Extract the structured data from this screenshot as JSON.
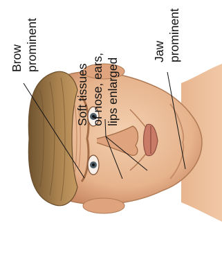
{
  "diagram": {
    "labels": [
      {
        "id": "brow",
        "lines": [
          "Brow",
          "prominent"
        ]
      },
      {
        "id": "soft",
        "lines": [
          "Soft tissues",
          "of nose, ears,",
          "lips enlarged"
        ]
      },
      {
        "id": "jaw",
        "lines": [
          "Jaw",
          "prominent"
        ]
      }
    ]
  },
  "colors": {
    "skin": "#eab994",
    "skin_shadow": "#c98964",
    "hair": "#a9824f",
    "hair_dark": "#7a5a32",
    "leader": "#111111"
  }
}
